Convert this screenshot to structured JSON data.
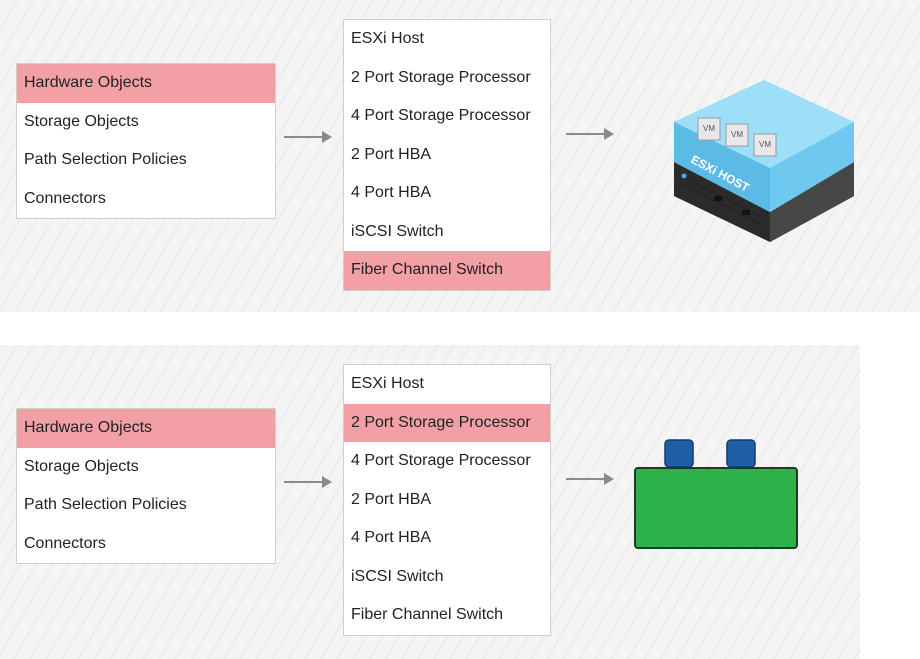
{
  "scenario_top": {
    "categories": {
      "items": [
        "Hardware Objects",
        "Storage Objects",
        "Path Selection Policies",
        "Connectors"
      ],
      "selected_index": 0
    },
    "objects": {
      "items": [
        "ESXi Host",
        "2 Port Storage Processor",
        "4 Port Storage Processor",
        "2 Port HBA",
        "4 Port HBA",
        "iSCSI Switch",
        "Fiber Channel Switch"
      ],
      "selected_index": 6
    },
    "preview": {
      "icon": "esxi-host-server-icon",
      "label": "ESXi HOST",
      "vm_labels": [
        "VM",
        "VM",
        "VM"
      ]
    }
  },
  "scenario_bottom": {
    "categories": {
      "items": [
        "Hardware Objects",
        "Storage Objects",
        "Path Selection Policies",
        "Connectors"
      ],
      "selected_index": 0
    },
    "objects": {
      "items": [
        "ESXi Host",
        "2 Port Storage Processor",
        "4 Port Storage Processor",
        "2 Port HBA",
        "4 Port HBA",
        "iSCSI Switch",
        "Fiber Channel Switch"
      ],
      "selected_index": 1
    },
    "preview": {
      "icon": "storage-processor-2-port-icon",
      "colors": {
        "body": "#2eb04b",
        "port": "#1f5fa6"
      }
    }
  },
  "colors": {
    "selection": "#f2a0a6",
    "arrow": "#8a8a8a"
  }
}
